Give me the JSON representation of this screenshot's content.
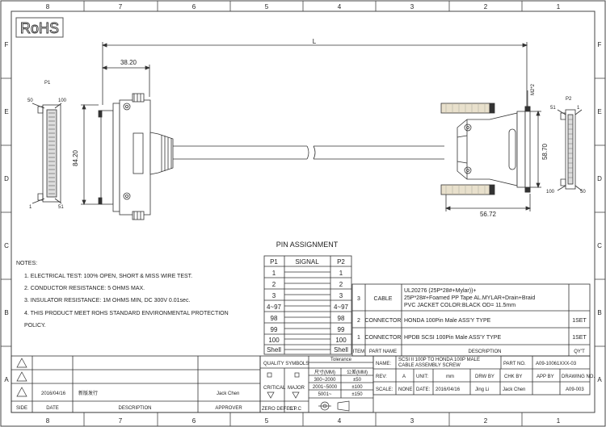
{
  "border": {
    "columns": [
      "8",
      "7",
      "6",
      "5",
      "4",
      "3",
      "2",
      "1"
    ],
    "rows": [
      "F",
      "E",
      "D",
      "C",
      "B",
      "A"
    ]
  },
  "rohs": "RoHS",
  "dims": {
    "length": "L",
    "width_p1": "38.20",
    "height_p1": "84.20",
    "m2": "M2*2",
    "height_p2": "58.70",
    "width_p2": "56.72"
  },
  "p1": {
    "label": "P1",
    "pin50": "50",
    "pin100": "100",
    "pin1": "1",
    "pin51": "51"
  },
  "p2": {
    "label": "P2",
    "pin51": "51",
    "pin1": "1",
    "pin100": "100",
    "pin50": "50"
  },
  "pin_assignment": {
    "title": "PIN ASSIGNMENT",
    "headers": [
      "P1",
      "SIGNAL",
      "P2"
    ],
    "rows": [
      [
        "1",
        "",
        "1"
      ],
      [
        "2",
        "",
        "2"
      ],
      [
        "3",
        "",
        "3"
      ],
      [
        "4~97",
        "",
        "4~97"
      ],
      [
        "98",
        "",
        "98"
      ],
      [
        "99",
        "",
        "99"
      ],
      [
        "100",
        "",
        "100"
      ],
      [
        "Shell",
        "",
        "Shell"
      ]
    ]
  },
  "notes": {
    "title": "NOTES:",
    "items": [
      "1. ELECTRICAL TEST: 100%  OPEN, SHORT & MISS WIRE TEST.",
      "2. CONDUCTOR RESISTANCE: 5 OHMS MAX.",
      "3. INSULATOR RESISTANCE: 1M OHMS MIN, DC 300V 0.01sec.",
      "4. THIS PRODUCT MEET ROHS STANDARD ENVIRONMENTAL PROTECTION",
      "    POLICY."
    ]
  },
  "bom": {
    "rows": [
      {
        "item": "3",
        "name": "CABLE",
        "desc": [
          "UL20276 (25P*28#+Mylar))+",
          "25P*28#+Foamed PP Tape AL.MYLAR+Drain+Braid",
          "PVC JACKET COLOR:BLACK OD= 11.5mm"
        ],
        "qty": ""
      },
      {
        "item": "2",
        "name": "CONNECTOR",
        "desc": [
          "HONDA 100Pin Male ASS'Y TYPE"
        ],
        "qty": "1SET"
      },
      {
        "item": "1",
        "name": "CONNECTOR",
        "desc": [
          "HPDB SCSI 100Pin Male ASS'Y TYPE"
        ],
        "qty": "1SET"
      }
    ],
    "header": {
      "item": "ITEM",
      "name": "PART NAME",
      "desc": "DESCRIPTION",
      "qty": "QY'T"
    }
  },
  "title_block": {
    "name_label": "NAME:",
    "name_value": [
      "SCSI II 100P TO HONDA 100P MALE",
      "CABLE ASSEMBLY SCREW"
    ],
    "part_no_label": "PART NO.",
    "part_no_value": "A09-10061XXX-03",
    "rev_label": "REV:",
    "rev_value": "A",
    "unit_label": "UNIT:",
    "unit_value": "mm",
    "drw_by_label": "DRW BY",
    "chk_by_label": "CHK BY",
    "app_by_label": "APP BY",
    "drawing_no_label": "DRAWING NO.",
    "scale_label": "SCALE:",
    "scale_value": "NONE",
    "date_label": "DATE:",
    "date_value": "2016/04/16",
    "drw_by": "Jing Li",
    "chk_by": "Jack Chen",
    "drawing_no": "A09-003"
  },
  "quality": {
    "title": "QUALITY SYMBOLS",
    "tolerance_title": "Tolerance",
    "col1": "尺寸(MM)",
    "col2": "公差(MM)",
    "ranges": [
      [
        "300~2000",
        "±50"
      ],
      [
        "2001~5000",
        "±100"
      ],
      [
        "5001~",
        "±150"
      ]
    ],
    "critical": "CRITICAL",
    "major": "MAJOR",
    "zero_defect": "ZERO DEFECT",
    "spc": "S.P.C"
  },
  "revision": {
    "rows": [
      {
        "side": "",
        "date": "",
        "desc": "",
        "approver": ""
      },
      {
        "side": "",
        "date": "",
        "desc": "",
        "approver": ""
      },
      {
        "side": "",
        "date": "2016/04/16",
        "desc": "新版发行",
        "approver": "Jack Chen"
      }
    ],
    "headers": {
      "side": "SIDE",
      "date": "DATE",
      "desc": "DESCRIPTION",
      "approver": "APPROVER"
    }
  }
}
